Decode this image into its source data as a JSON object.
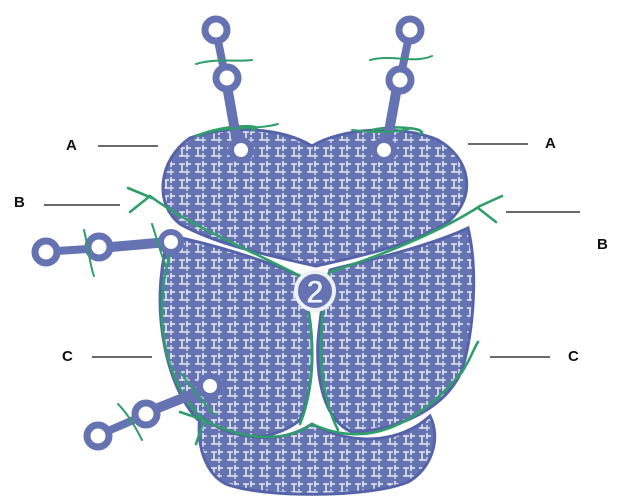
{
  "colors": {
    "mesh": "#6673b3",
    "mesh_line": "#e8ecf6",
    "mesh_border": "#5563a8",
    "suture": "#2e9e6a",
    "fixation_tack": "#6673b3",
    "label_text": "#111111"
  },
  "center_marker": "2",
  "callouts": {
    "a_left": "A",
    "a_right": "A",
    "b_left": "B",
    "b_right": "B",
    "c_left": "C",
    "c_right": "C"
  }
}
